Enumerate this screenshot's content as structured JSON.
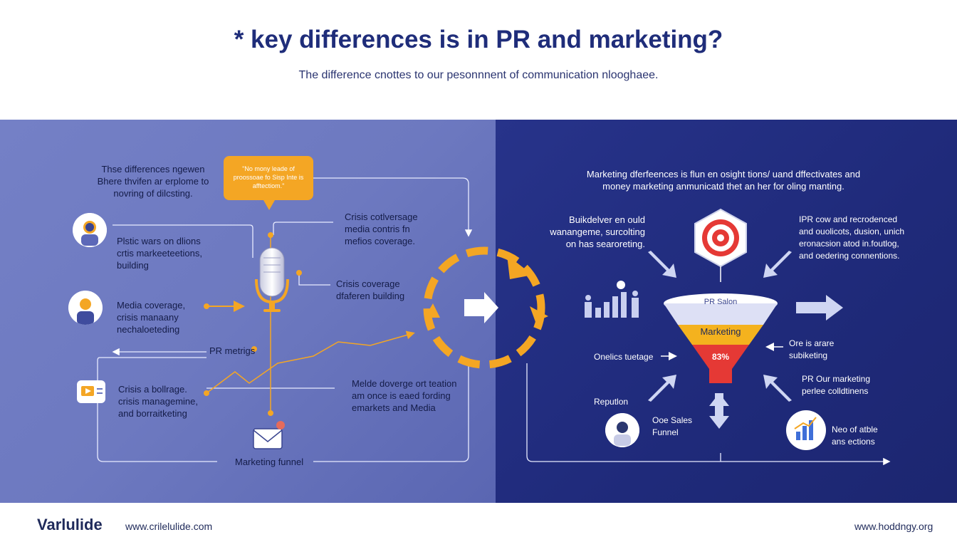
{
  "header": {
    "title": "* key differences is in PR and marketing?",
    "subtitle": "The difference cnottes to our pesonnnent of communication nlooghaee."
  },
  "left": {
    "intro": [
      "Thse differences ngewen",
      "Bhere thvifen ar erplome to",
      "novring of dilcsting."
    ],
    "bubble": "\"No mony leade of proossoae fo Sisp Inte is afftectiom.\"",
    "item1": [
      "Plstic wars on dlions",
      "crtis markeeteetions,",
      "building"
    ],
    "item2": [
      "Media coverage,",
      "crisis manaany",
      "nechaloeteding"
    ],
    "item3": [
      "Crisis a bollrage.",
      "crisis managemine,",
      "and borraitketing"
    ],
    "note_top": [
      "Crisis cotlversage",
      "media contris fn",
      "mefios coverage."
    ],
    "note_mid": [
      "Crisis coverage",
      "dfaferen building"
    ],
    "pr_metrics": "PR metrigs",
    "note_bottom": [
      "Melde doverge ort teation",
      "am once is eaed fording",
      "emarkets and Media"
    ],
    "funnel_label": "Marketing funnel"
  },
  "right": {
    "intro": [
      "Marketing dferfeences is flun en osight tions/ uand dffectivates and",
      "money marketing anmunicatd thet an her for oling manting."
    ],
    "top_left": [
      "Buikdelver en ould",
      "wanangeme, surcolting",
      "on has searoreting."
    ],
    "top_right": [
      "IPR cow and recrodenced",
      "and ouolicots, dusion, unich",
      "eronacsion atod in.foutlog,",
      "and oedering connentions."
    ],
    "funnel_top": "PR Salon",
    "funnel_mid": "Marketing",
    "funnel_bottom": "83%",
    "onelics": "Onelics tuetage",
    "right_mid": [
      "Ore is arare",
      "subiketing"
    ],
    "reputation": "Reputlon",
    "sales": [
      "Ooe Sales",
      "Funnel"
    ],
    "right_low": [
      "PR Our marketing",
      "perlee colldtinens"
    ],
    "bottom_right": [
      "Neo of atble",
      "ans ections"
    ]
  },
  "footer": {
    "brand": "Varlulide",
    "url_left": "www.crilelulide.com",
    "url_right": "www.hoddngy.org"
  },
  "colors": {
    "accent_yellow": "#f4a624",
    "navy": "#1f2a7a",
    "periwinkle": "#6d79c0",
    "red": "#e53935"
  }
}
